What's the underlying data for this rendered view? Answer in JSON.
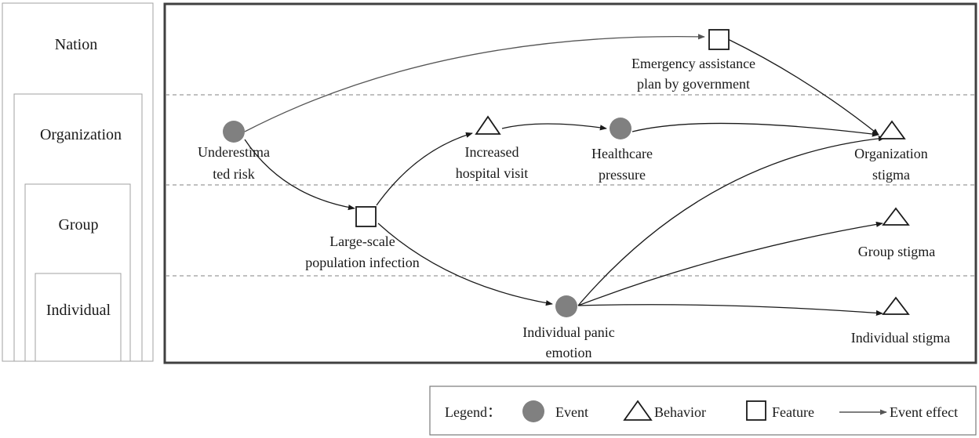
{
  "levels": {
    "nation": "Nation",
    "organization": "Organization",
    "group": "Group",
    "individual": "Individual"
  },
  "nodes": {
    "underestimated_risk": [
      "Underestima",
      "ted risk"
    ],
    "large_scale_infection": [
      "Large-scale",
      "population infection"
    ],
    "increased_hospital_visit": [
      "Increased",
      "hospital visit"
    ],
    "healthcare_pressure": [
      "Healthcare",
      "pressure"
    ],
    "emergency_plan": [
      "Emergency assistance",
      "plan by government"
    ],
    "organization_stigma": [
      "Organization",
      "stigma"
    ],
    "group_stigma": [
      "Group stigma"
    ],
    "individual_panic": [
      "Individual panic",
      "emotion"
    ],
    "individual_stigma": [
      "Individual stigma"
    ]
  },
  "legend": {
    "title": "Legend：",
    "event": "Event",
    "behavior": "Behavior",
    "feature": "Feature",
    "event_effect": "Event effect"
  },
  "colors": {
    "event_fill": "#808080",
    "frame": "#404040",
    "dashed": "#9a9a9a",
    "arrow": "#1a1a1a"
  }
}
